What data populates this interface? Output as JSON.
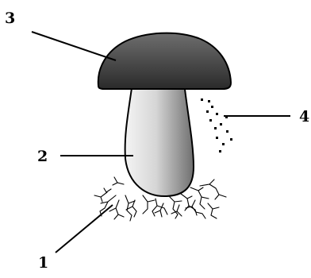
{
  "diagram": {
    "labels": {
      "cap": "3",
      "stem": "2",
      "spores": "4",
      "mycelium": "1"
    },
    "colors": {
      "cap_dark": "#2a2a2a",
      "cap_light": "#6e6e6e",
      "stem_light": "#f2f2f2",
      "stem_dark": "#7a7a7a",
      "ink": "#000000"
    }
  }
}
